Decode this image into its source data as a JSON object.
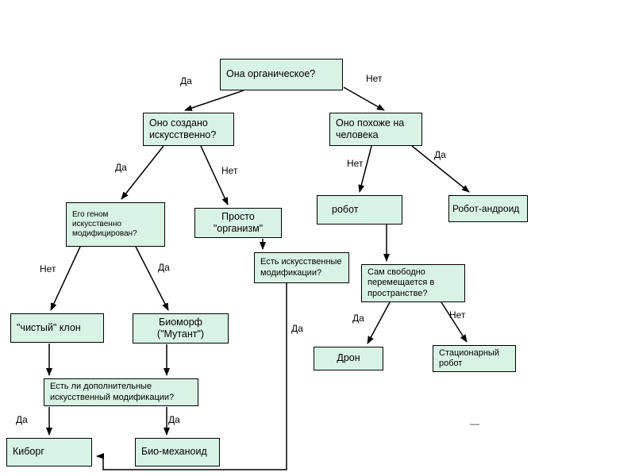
{
  "diagram": {
    "nodes": {
      "organic": "Она органическое?",
      "created_artificially": "Оно создано искусственно?",
      "looks_like_human": "Оно похоже на человека",
      "genome_modified": "Его геном искусственно модифицирован?",
      "just_organism": "Просто \"организм\"",
      "robot": "робот",
      "android_robot": "Робот-андроид",
      "artificial_mods": "Есть искусственные модификации?",
      "moves_freely": "Сам свободно перемещается в пространстве?",
      "pure_clone": "\"чистый\" клон",
      "biomorph": "Биоморф (\"Мутант\")",
      "drone": "Дрон",
      "stationary_robot": "Стационарный робот",
      "additional_mods": "Есть ли дополнительные искусственный модификации?",
      "cyborg": "Киборг",
      "biomechanoid": "Био-механоид"
    },
    "edge_labels": {
      "organic_yes": "Да",
      "organic_no": "Нет",
      "created_yes": "Да",
      "created_no": "Нет",
      "human_no": "Нет",
      "human_yes": "Да",
      "genome_no": "Нет",
      "genome_yes": "Да",
      "moves_yes": "Да",
      "moves_no": "Нет",
      "mods_yes": "Да",
      "additional_yes_left": "Да",
      "additional_yes_right": "Да"
    },
    "stray_mark": "—",
    "colors": {
      "node_fill": "#d9f2e6",
      "node_border": "#000000",
      "arrow": "#000000",
      "background": "#ffffff"
    }
  }
}
